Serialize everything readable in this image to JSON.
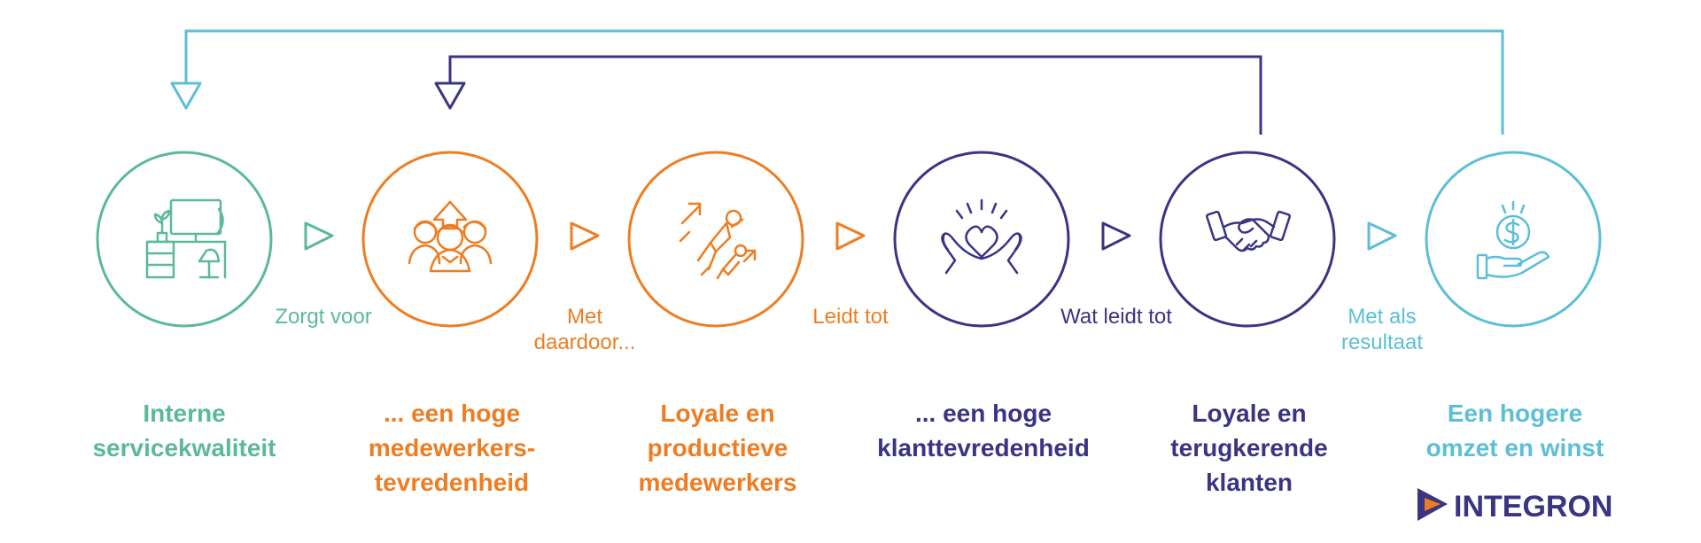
{
  "colors": {
    "green": "#5bb99a",
    "orange": "#ee7d22",
    "navy": "#3a3483",
    "teal": "#5cbfd6"
  },
  "stages": [
    {
      "id": "interne",
      "icon": "office-desk-icon",
      "color": "green",
      "title": "Interne servicekwaliteit"
    },
    {
      "id": "medewerkerstevredenheid",
      "icon": "team-growth-icon",
      "color": "orange",
      "title": "... een hoge medewerkers-tevredenheid"
    },
    {
      "id": "medewerkers",
      "icon": "productive-workers-icon",
      "color": "orange",
      "title": "Loyale en productieve medewerkers"
    },
    {
      "id": "klanttevredenheid",
      "icon": "heart-hands-icon",
      "color": "navy",
      "title": "... een hoge klanttevredenheid"
    },
    {
      "id": "klanten",
      "icon": "handshake-icon",
      "color": "navy",
      "title": "Loyale en terugkerende klanten"
    },
    {
      "id": "omzet",
      "icon": "money-hand-icon",
      "color": "teal",
      "title": "Een hogere omzet en winst"
    }
  ],
  "connectors": [
    {
      "color": "green",
      "label": "Zorgt voor"
    },
    {
      "color": "orange",
      "label": "Met daardoor..."
    },
    {
      "color": "orange",
      "label": "Leidt tot"
    },
    {
      "color": "navy",
      "label": "Wat leidt tot"
    },
    {
      "color": "teal",
      "label": "Met als resultaat"
    }
  ],
  "feedback_loops": [
    {
      "from": "omzet",
      "to": "interne",
      "color": "teal"
    },
    {
      "from": "klanten",
      "to": "medewerkerstevredenheid",
      "color": "navy"
    }
  ],
  "logo": {
    "text": "INTEGRON",
    "icon": "integron-play-icon"
  }
}
